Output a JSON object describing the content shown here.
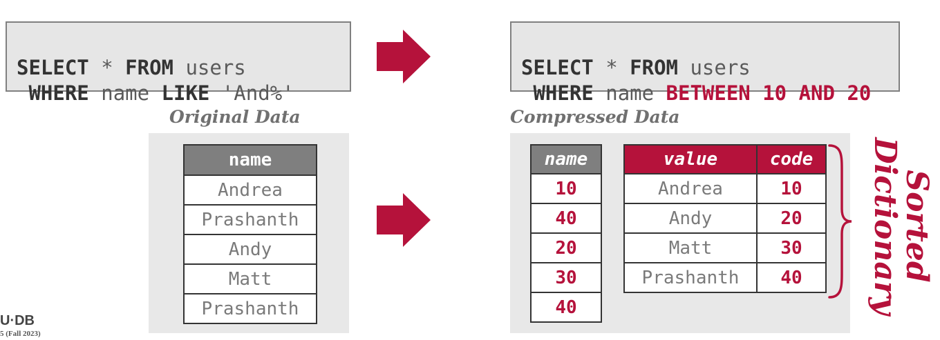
{
  "left_query": {
    "line1": {
      "kw1": "SELECT",
      "op": " * ",
      "kw2": "FROM",
      "rest": " users"
    },
    "line2": {
      "kw1": "WHERE",
      "mid": " name ",
      "kw2": "LIKE",
      "rest": " 'And%'"
    }
  },
  "right_query": {
    "line1": {
      "kw1": "SELECT",
      "op": " * ",
      "kw2": "FROM",
      "rest": " users"
    },
    "line2": {
      "kw1": "WHERE",
      "mid": " name ",
      "hl": "BETWEEN 10 AND 20"
    }
  },
  "original": {
    "title": "Original Data",
    "header": "name",
    "rows": [
      "Andrea",
      "Prashanth",
      "Andy",
      "Matt",
      "Prashanth"
    ]
  },
  "compressed": {
    "title": "Compressed Data",
    "header": "name",
    "codes": [
      "10",
      "40",
      "20",
      "30",
      "40"
    ]
  },
  "dictionary": {
    "headers": [
      "value",
      "code"
    ],
    "rows": [
      {
        "value": "Andrea",
        "code": "10"
      },
      {
        "value": "Andy",
        "code": "20"
      },
      {
        "value": "Matt",
        "code": "30"
      },
      {
        "value": "Prashanth",
        "code": "40"
      }
    ],
    "label_line1": "Sorted",
    "label_line2": "Dictionary"
  },
  "footer": {
    "logo": "U·DB",
    "sub": "5 (Fall 2023)"
  },
  "colors": {
    "accent": "#b5123b",
    "header_grey": "#7f7f7f",
    "panel": "#e8e8e8"
  }
}
